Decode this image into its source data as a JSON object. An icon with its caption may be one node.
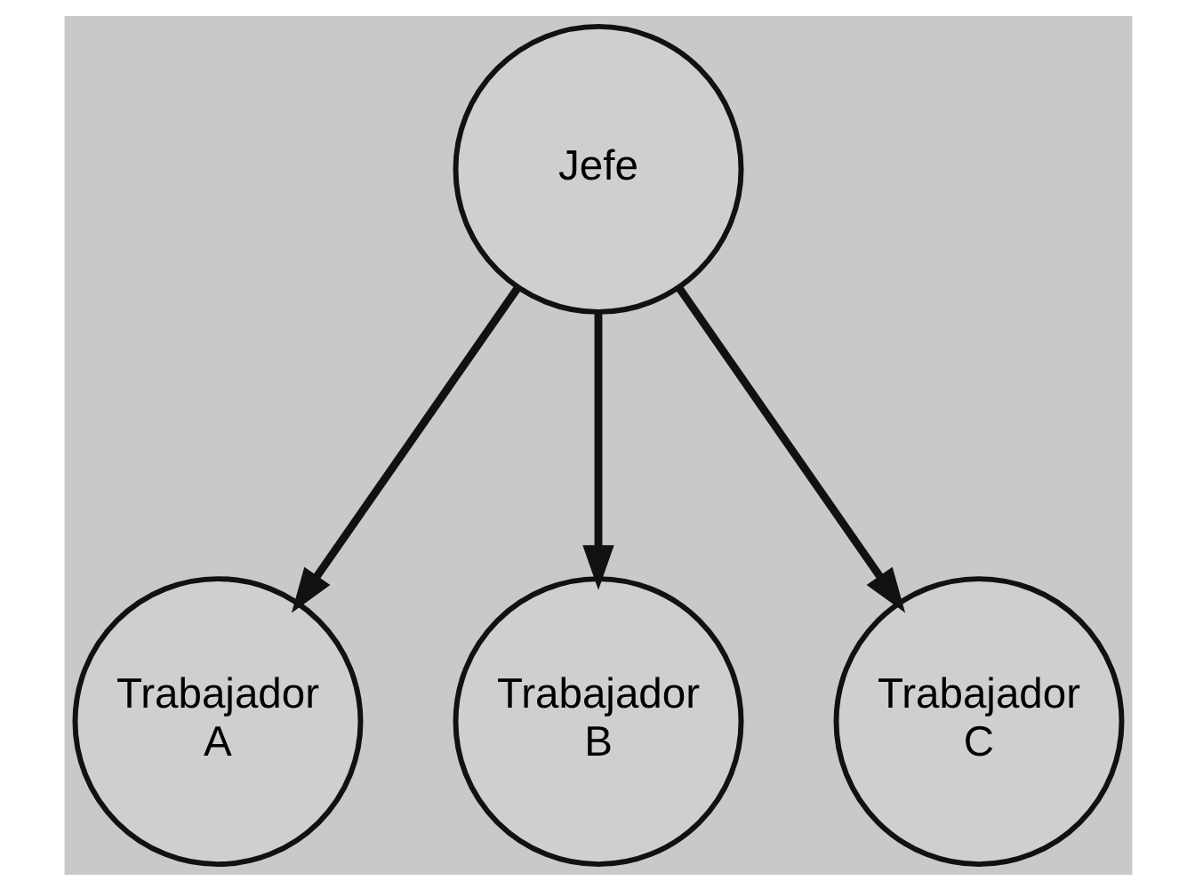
{
  "diagram": {
    "nodes": [
      {
        "text": [
          "Jefe"
        ]
      },
      {
        "text": [
          "Trabajador A"
        ]
      },
      {
        "text": [
          "Trabajador B"
        ]
      },
      {
        "text": [
          "Trabajador C"
        ]
      }
    ],
    "edges": [
      {
        "from": 0,
        "to": 1,
        "arrow": "to"
      },
      {
        "from": 0,
        "to": 2,
        "arrow": "to"
      },
      {
        "from": 0,
        "to": 3,
        "arrow": "to"
      }
    ]
  }
}
